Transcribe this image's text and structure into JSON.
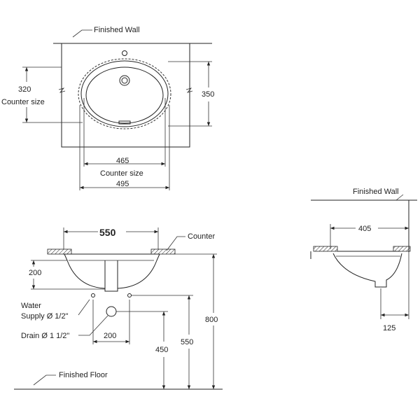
{
  "top_view": {
    "finished_wall_label": "Finished Wall",
    "counter_depth_value": "320",
    "counter_depth_caption": "Counter size",
    "basin_depth_value": "350",
    "counter_width_value": "465",
    "counter_width_caption": "Counter size",
    "basin_width_value": "495"
  },
  "front_view": {
    "overall_width_value": "550",
    "counter_label": "Counter",
    "bowl_height_value": "200",
    "water_supply_label_line1": "Water",
    "water_supply_label_line2": "Supply Ø 1/2\"",
    "drain_label": "Drain Ø 1 1/2\"",
    "supply_spacing_value": "200",
    "drain_height_value": "450",
    "supply_height_value": "550",
    "counter_height_value": "800",
    "finished_floor_label": "Finished Floor"
  },
  "side_view": {
    "finished_wall_label": "Finished Wall",
    "depth_value": "405",
    "drain_offset_value": "125"
  }
}
